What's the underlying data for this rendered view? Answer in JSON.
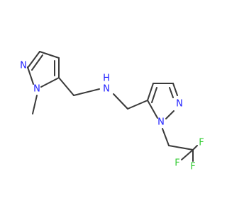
{
  "colors": {
    "bond": "#3a3a3a",
    "nitrogen": "#1f1fff",
    "fluorine": "#33cc33",
    "background": "#ffffff"
  },
  "atoms": {
    "n_ring1_a": "N",
    "n_ring1_b": "N",
    "n_amine": "N",
    "h_amine": "H",
    "n_ring2_a": "N",
    "n_ring2_b": "N",
    "f1": "F",
    "f2": "F",
    "f3": "F"
  }
}
